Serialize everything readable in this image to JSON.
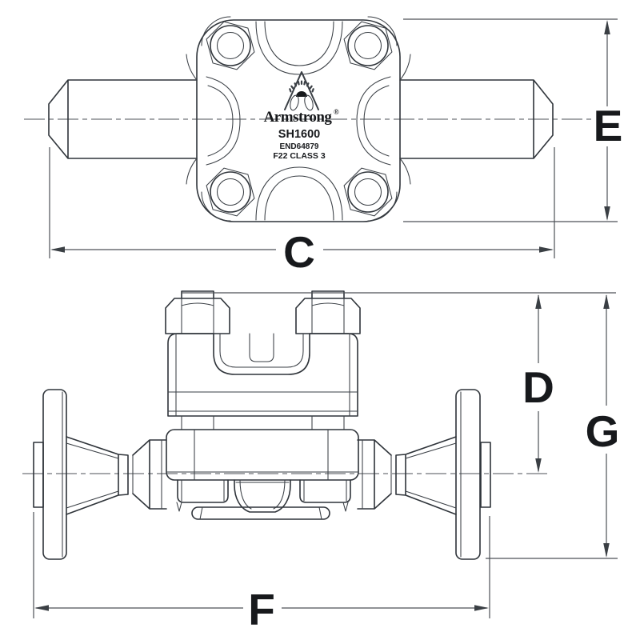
{
  "nameplate": {
    "brand": "Armstrong",
    "registered": "®",
    "model": "SH1600",
    "code": "END64879",
    "material": "F22 CLASS 3"
  },
  "dimensions": {
    "c": "C",
    "e": "E",
    "d": "D",
    "g": "G",
    "f": "F"
  },
  "colors": {
    "background": "#ffffff",
    "object_line": "#2f343a",
    "dimension_line": "#4d5257",
    "label_text": "#17191c"
  }
}
